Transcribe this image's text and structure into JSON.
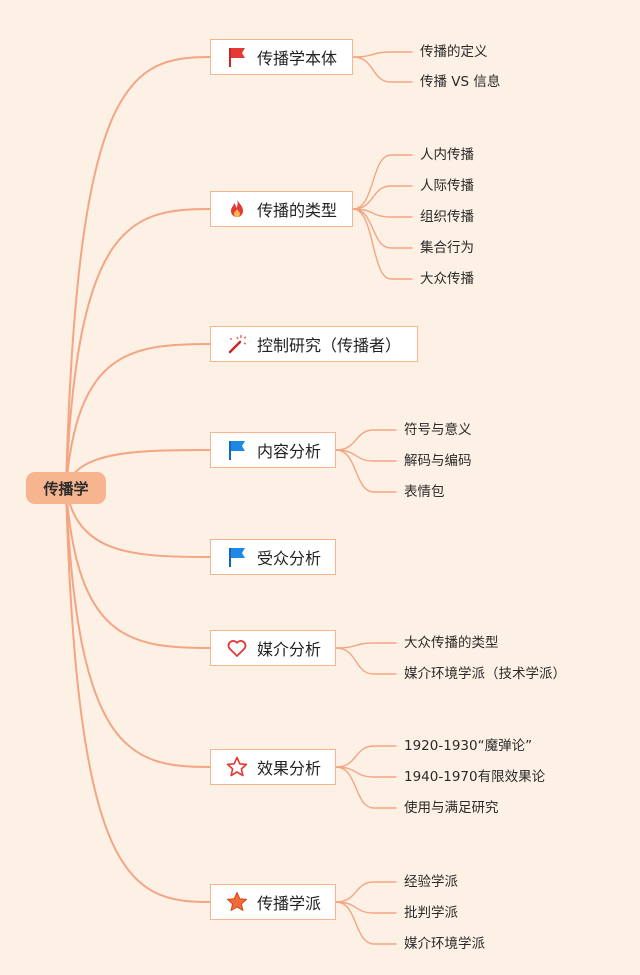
{
  "root": {
    "label": "传播学"
  },
  "branches": [
    {
      "label": "传播学本体",
      "icon": "red-flag-icon",
      "leaves": [
        "传播的定义",
        "传播 VS 信息"
      ]
    },
    {
      "label": "传播的类型",
      "icon": "fire-icon",
      "leaves": [
        "人内传播",
        "人际传播",
        "组织传播",
        "集合行为",
        "大众传播"
      ]
    },
    {
      "label": "控制研究（传播者）",
      "icon": "magic-wand-icon",
      "leaves": []
    },
    {
      "label": "内容分析",
      "icon": "blue-flag-icon",
      "leaves": [
        "符号与意义",
        "解码与编码",
        "表情包"
      ]
    },
    {
      "label": "受众分析",
      "icon": "blue-flag-icon",
      "leaves": []
    },
    {
      "label": "媒介分析",
      "icon": "heart-outline-icon",
      "leaves": [
        "大众传播的类型",
        "媒介环境学派（技术学派）"
      ]
    },
    {
      "label": "效果分析",
      "icon": "star-outline-icon",
      "leaves": [
        "1920-1930“魔弹论”",
        "1940-1970有限效果论",
        "使用与满足研究"
      ]
    },
    {
      "label": "传播学派",
      "icon": "star-filled-icon",
      "leaves": [
        "经验学派",
        "批判学派",
        "媒介环境学派"
      ]
    }
  ],
  "colors": {
    "background": "#fdf1e6",
    "line": "#f3a584",
    "root_fill": "#f6b58f",
    "node_border": "#f6b58f"
  }
}
